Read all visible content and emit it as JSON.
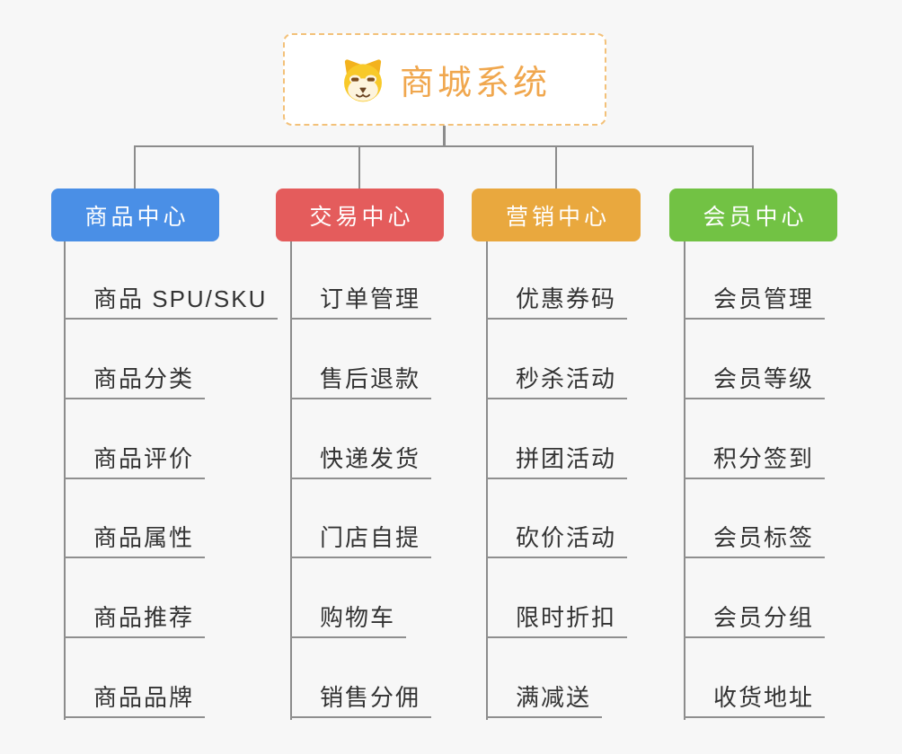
{
  "page": {
    "background_color": "#f7f7f7",
    "connector_color": "#8c8c8c"
  },
  "root": {
    "title": "商城系统",
    "icon": "doge-face-icon",
    "title_color": "#f0a74e",
    "border_color": "#f3c179"
  },
  "branches": [
    {
      "label": "商品中心",
      "color": "#4a8fe6",
      "items": [
        "商品 SPU/SKU",
        "商品分类",
        "商品评价",
        "商品属性",
        "商品推荐",
        "商品品牌"
      ]
    },
    {
      "label": "交易中心",
      "color": "#e45c5c",
      "items": [
        "订单管理",
        "售后退款",
        "快递发货",
        "门店自提",
        "购物车",
        "销售分佣"
      ]
    },
    {
      "label": "营销中心",
      "color": "#e9a83e",
      "items": [
        "优惠券码",
        "秒杀活动",
        "拼团活动",
        "砍价活动",
        "限时折扣",
        "满减送"
      ]
    },
    {
      "label": "会员中心",
      "color": "#72c244",
      "items": [
        "会员管理",
        "会员等级",
        "积分签到",
        "会员标签",
        "会员分组",
        "收货地址"
      ]
    }
  ]
}
